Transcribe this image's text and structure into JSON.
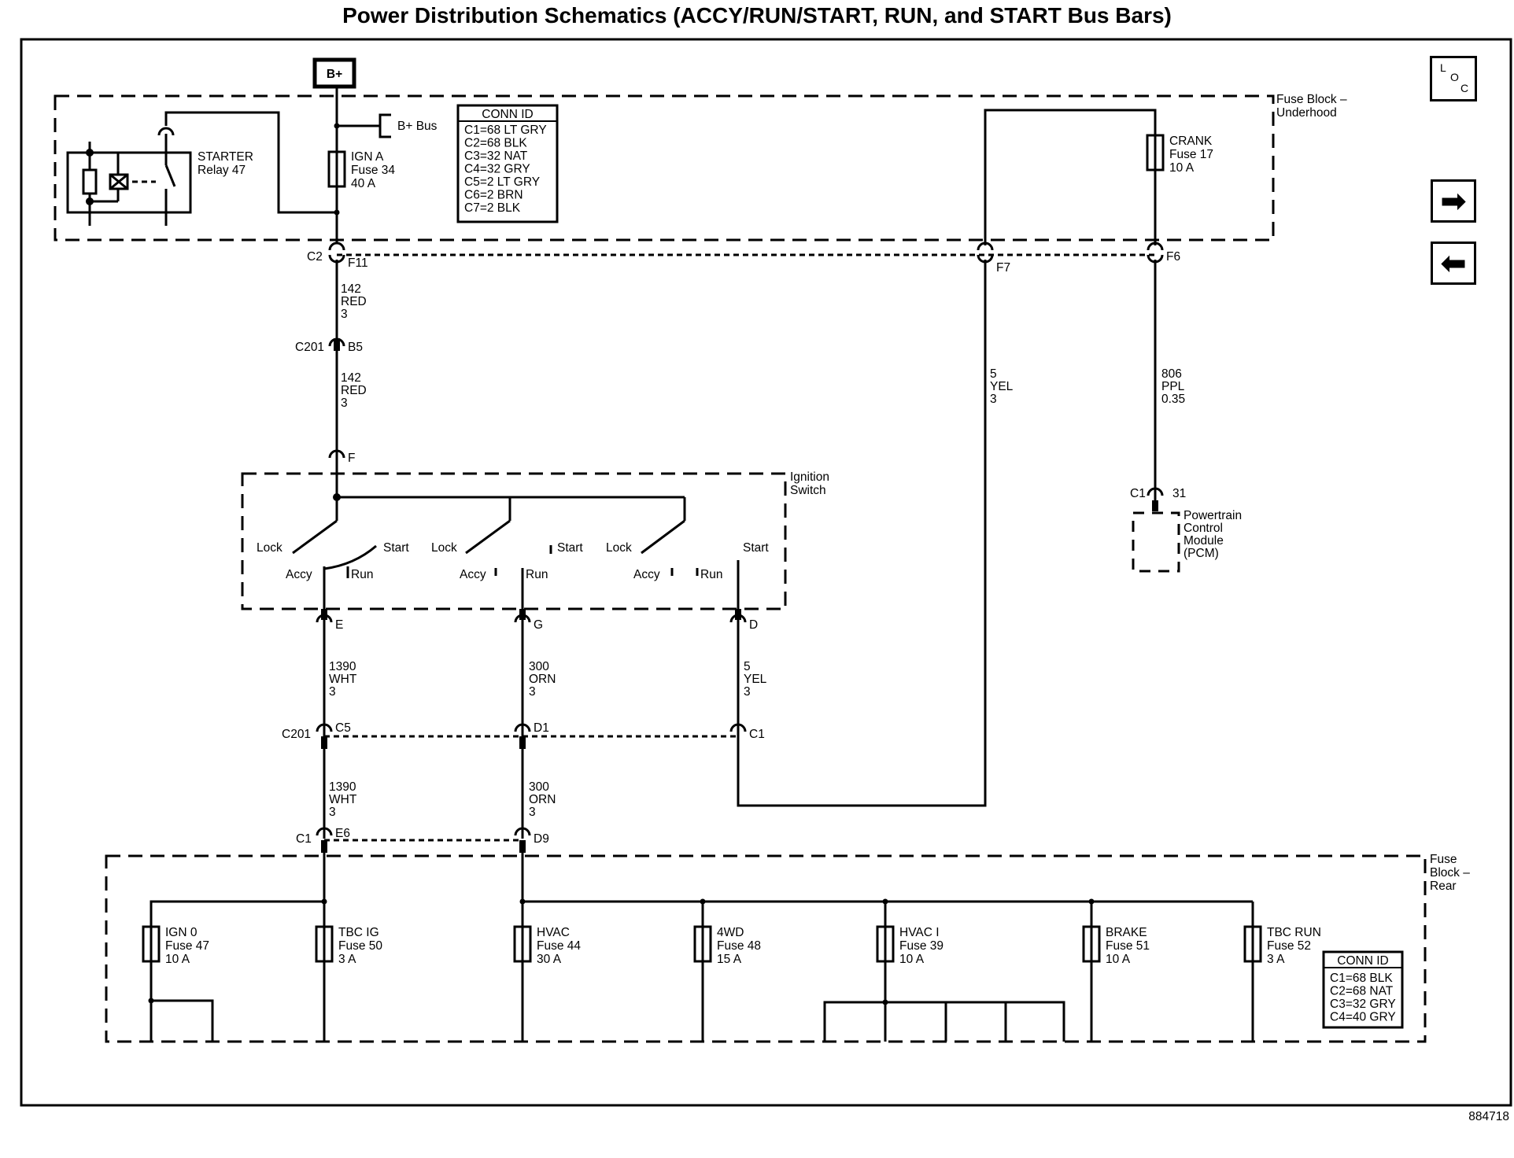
{
  "title": "Power Distribution Schematics (ACCY/RUN/START, RUN, and START Bus Bars)",
  "nav": {
    "loc": [
      "L",
      "O",
      "C"
    ],
    "next_icon": "arrow-right-icon",
    "prev_icon": "arrow-left-icon"
  },
  "figure_id": "884718",
  "power": {
    "b_plus": "B+",
    "b_plus_bus": "B+ Bus"
  },
  "underhood": {
    "label": [
      "Fuse Block –",
      "Underhood"
    ],
    "starter_relay": [
      "STARTER",
      "Relay 47"
    ],
    "ign_a": [
      "IGN A",
      "Fuse 34",
      "40 A"
    ],
    "crank": [
      "CRANK",
      "Fuse 17",
      "10 A"
    ],
    "conn_id": {
      "title": "CONN ID",
      "rows": [
        "C1=68 LT GRY",
        "C2=68 BLK",
        "C3=32 NAT",
        "C4=32 GRY",
        "C5=2 LT GRY",
        "C6=2 BRN",
        "C7=2 BLK"
      ]
    },
    "connectors": {
      "c2": "C2",
      "f11": "F11",
      "f7": "F7",
      "f6": "F6"
    }
  },
  "wires": {
    "red_a": [
      "142",
      "RED",
      "3"
    ],
    "red_b": [
      "142",
      "RED",
      "3"
    ],
    "yel_main": [
      "5",
      "YEL",
      "3"
    ],
    "ppl": [
      "806",
      "PPL",
      "0.35"
    ],
    "wht_a": [
      "1390",
      "WHT",
      "3"
    ],
    "orn_a": [
      "300",
      "ORN",
      "3"
    ],
    "yel_sw": [
      "5",
      "YEL",
      "3"
    ],
    "wht_b": [
      "1390",
      "WHT",
      "3"
    ],
    "orn_b": [
      "300",
      "ORN",
      "3"
    ]
  },
  "connectors": {
    "c201": "C201",
    "b5": "B5",
    "f": "F",
    "e": "E",
    "g": "G",
    "d": "D",
    "c201b": "C201",
    "c5": "C5",
    "d1": "D1",
    "c1": "C1",
    "c1b": "C1",
    "e6": "E6",
    "d9": "D9",
    "pcm_c1": "C1",
    "pcm_31": "31"
  },
  "ignition": {
    "label": [
      "Ignition",
      "Switch"
    ],
    "lock": "Lock",
    "accy": "Accy",
    "run": "Run",
    "start": "Start"
  },
  "pcm": [
    "Powertrain",
    "Control",
    "Module",
    "(PCM)"
  ],
  "rear": {
    "label": [
      "Fuse",
      "Block –",
      "Rear"
    ],
    "fuses": [
      [
        "IGN 0",
        "Fuse 47",
        "10 A"
      ],
      [
        "TBC IG",
        "Fuse 50",
        "3 A"
      ],
      [
        "HVAC",
        "Fuse 44",
        "30 A"
      ],
      [
        "4WD",
        "Fuse 48",
        "15 A"
      ],
      [
        "HVAC I",
        "Fuse 39",
        "10 A"
      ],
      [
        "BRAKE",
        "Fuse 51",
        "10 A"
      ],
      [
        "TBC RUN",
        "Fuse 52",
        "3 A"
      ]
    ],
    "conn_id": {
      "title": "CONN ID",
      "rows": [
        "C1=68 BLK",
        "C2=68 NAT",
        "C3=32 GRY",
        "C4=40 GRY"
      ]
    }
  }
}
